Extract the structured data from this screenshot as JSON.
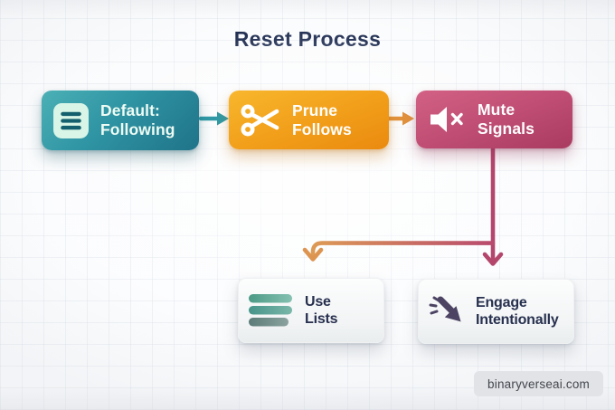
{
  "title": "Reset Process",
  "watermark": "binaryverseai.com",
  "nodes": [
    {
      "id": "default-following",
      "line1": "Default:",
      "line2": "Following",
      "icon": "list-icon"
    },
    {
      "id": "prune-follows",
      "line1": "Prune",
      "line2": "Follows",
      "icon": "scissors-icon"
    },
    {
      "id": "mute-signals",
      "line1": "Mute",
      "line2": "Signals",
      "icon": "speaker-mute-icon"
    },
    {
      "id": "use-lists",
      "line1": "Use",
      "line2": "Lists",
      "icon": "list-bars-icon"
    },
    {
      "id": "engage-intentionally",
      "line1": "Engage",
      "line2": "Intentionally",
      "icon": "cursor-click-icon"
    }
  ],
  "colors": {
    "teal_from": "#4cb0b6",
    "teal_to": "#1f7389",
    "orange_from": "#f8b72e",
    "orange_to": "#ea8a0f",
    "pink_from": "#d26185",
    "pink_to": "#a93a60",
    "teal_arrow": "#2f9aa6",
    "orange_arrow": "#e2933c",
    "branch_orange": "#dd9a55",
    "branch_pink": "#b4466c",
    "title_text": "#1d2b50",
    "card_text": "#27304f"
  }
}
